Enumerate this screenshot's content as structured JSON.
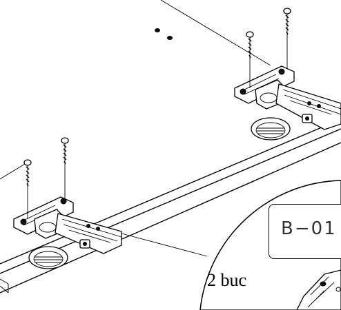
{
  "callout": {
    "part_code": "B−01",
    "quantity": "2 buc"
  },
  "parts": {
    "hinges": [
      "hinge-left",
      "hinge-right"
    ],
    "screws_per_hinge": 2
  }
}
